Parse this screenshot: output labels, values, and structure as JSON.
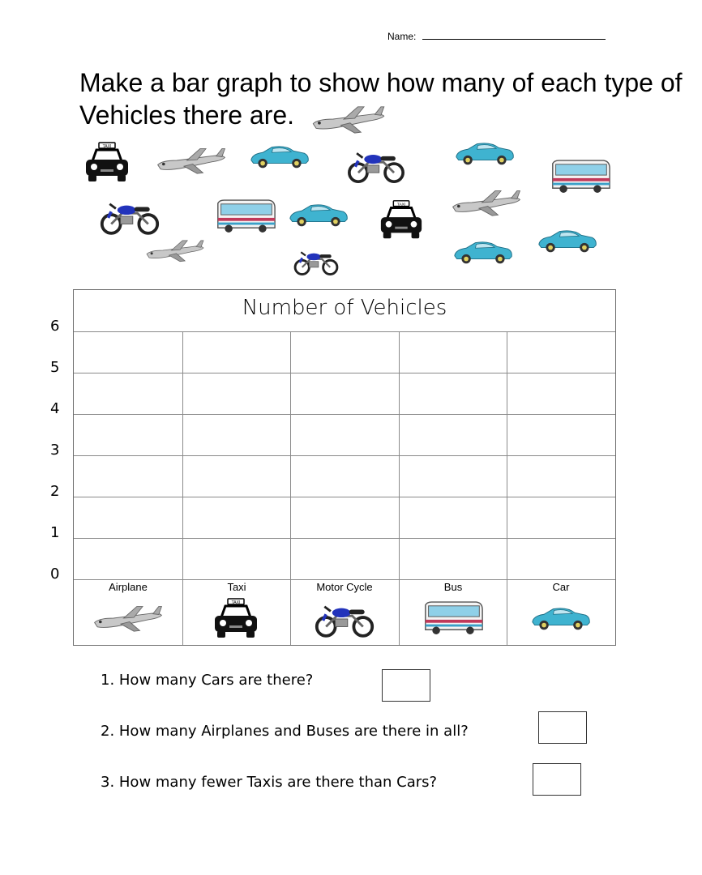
{
  "header": {
    "name_label": "Name:",
    "title_line1": "Make a bar graph to show how many of each type of",
    "title_line2": "Vehicles there are."
  },
  "picture_icons": [
    "airplane-icon",
    "taxi-icon",
    "airplane-icon",
    "car-icon",
    "motorcycle-icon",
    "car-icon",
    "bus-icon",
    "motorcycle-icon",
    "bus-icon",
    "car-icon",
    "taxi-icon",
    "airplane-icon",
    "car-icon",
    "airplane-icon",
    "motorcycle-icon",
    "car-icon"
  ],
  "colors": {
    "car": "#3fb3d0",
    "motorcycle": "#2233bb",
    "bus_stripe": "#c0395a",
    "taxi": "#111111",
    "airplane": "#c8c8c8"
  },
  "chart_data": {
    "type": "bar",
    "title": "Number of Vehicles",
    "y_ticks": [
      "0",
      "1",
      "2",
      "3",
      "4",
      "5",
      "6"
    ],
    "ylim": [
      0,
      6
    ],
    "categories": [
      "Airplane",
      "Taxi",
      "Motor Cycle",
      "Bus",
      "Car"
    ],
    "category_icons": [
      "airplane-icon",
      "taxi-icon",
      "motorcycle-icon",
      "bus-icon",
      "car-icon"
    ],
    "values": [],
    "grid": true
  },
  "questions": [
    {
      "text": "1.  How many Cars are there?"
    },
    {
      "text": "2.  How many Airplanes and Buses are there in all?"
    },
    {
      "text": "3. How many fewer Taxis are there than Cars?"
    }
  ]
}
